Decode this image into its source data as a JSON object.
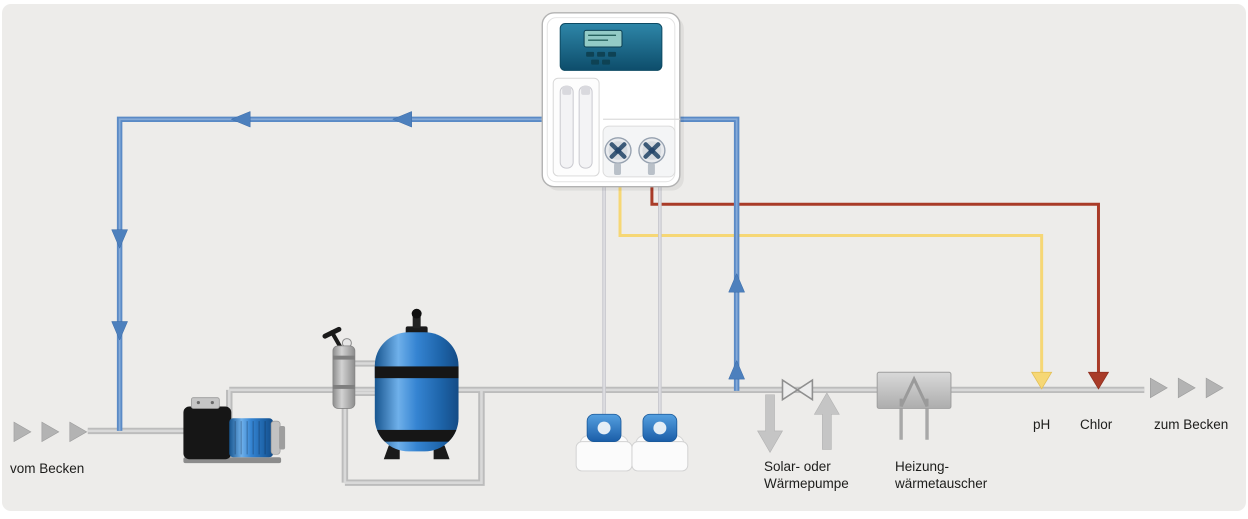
{
  "labels": {
    "from_pool": "vom Becken",
    "solar_line1": "Solar- oder",
    "solar_line2": "Wärmepumpe",
    "heater_line1": "Heizung-",
    "heater_line2": "wärmetauscher",
    "ph": "pH",
    "chlor": "Chlor",
    "to_pool": "zum Becken"
  },
  "colors": {
    "background": "#edecea",
    "pipe_gray": "#bcbcbc",
    "measuring_water_line_blue": "#5a8ac6",
    "ph_dosing_line_yellow": "#f6d775",
    "chlorine_dosing_line_red": "#a93b28",
    "equipment_blue": "#2f7fd0",
    "label_text": "#1d1d1b"
  },
  "icons": {
    "blue_triangle_arrows": "measuring-water flow direction",
    "gray_triangle_arrows": "pool-water flow direction",
    "check_valve_bowtie": "non-return valve",
    "yellow_injection_triangle": "pH dosing injection point",
    "red_injection_triangle": "chlorine dosing injection point",
    "solar_up_down_arrows": "flow to/from solar or heat pump"
  }
}
